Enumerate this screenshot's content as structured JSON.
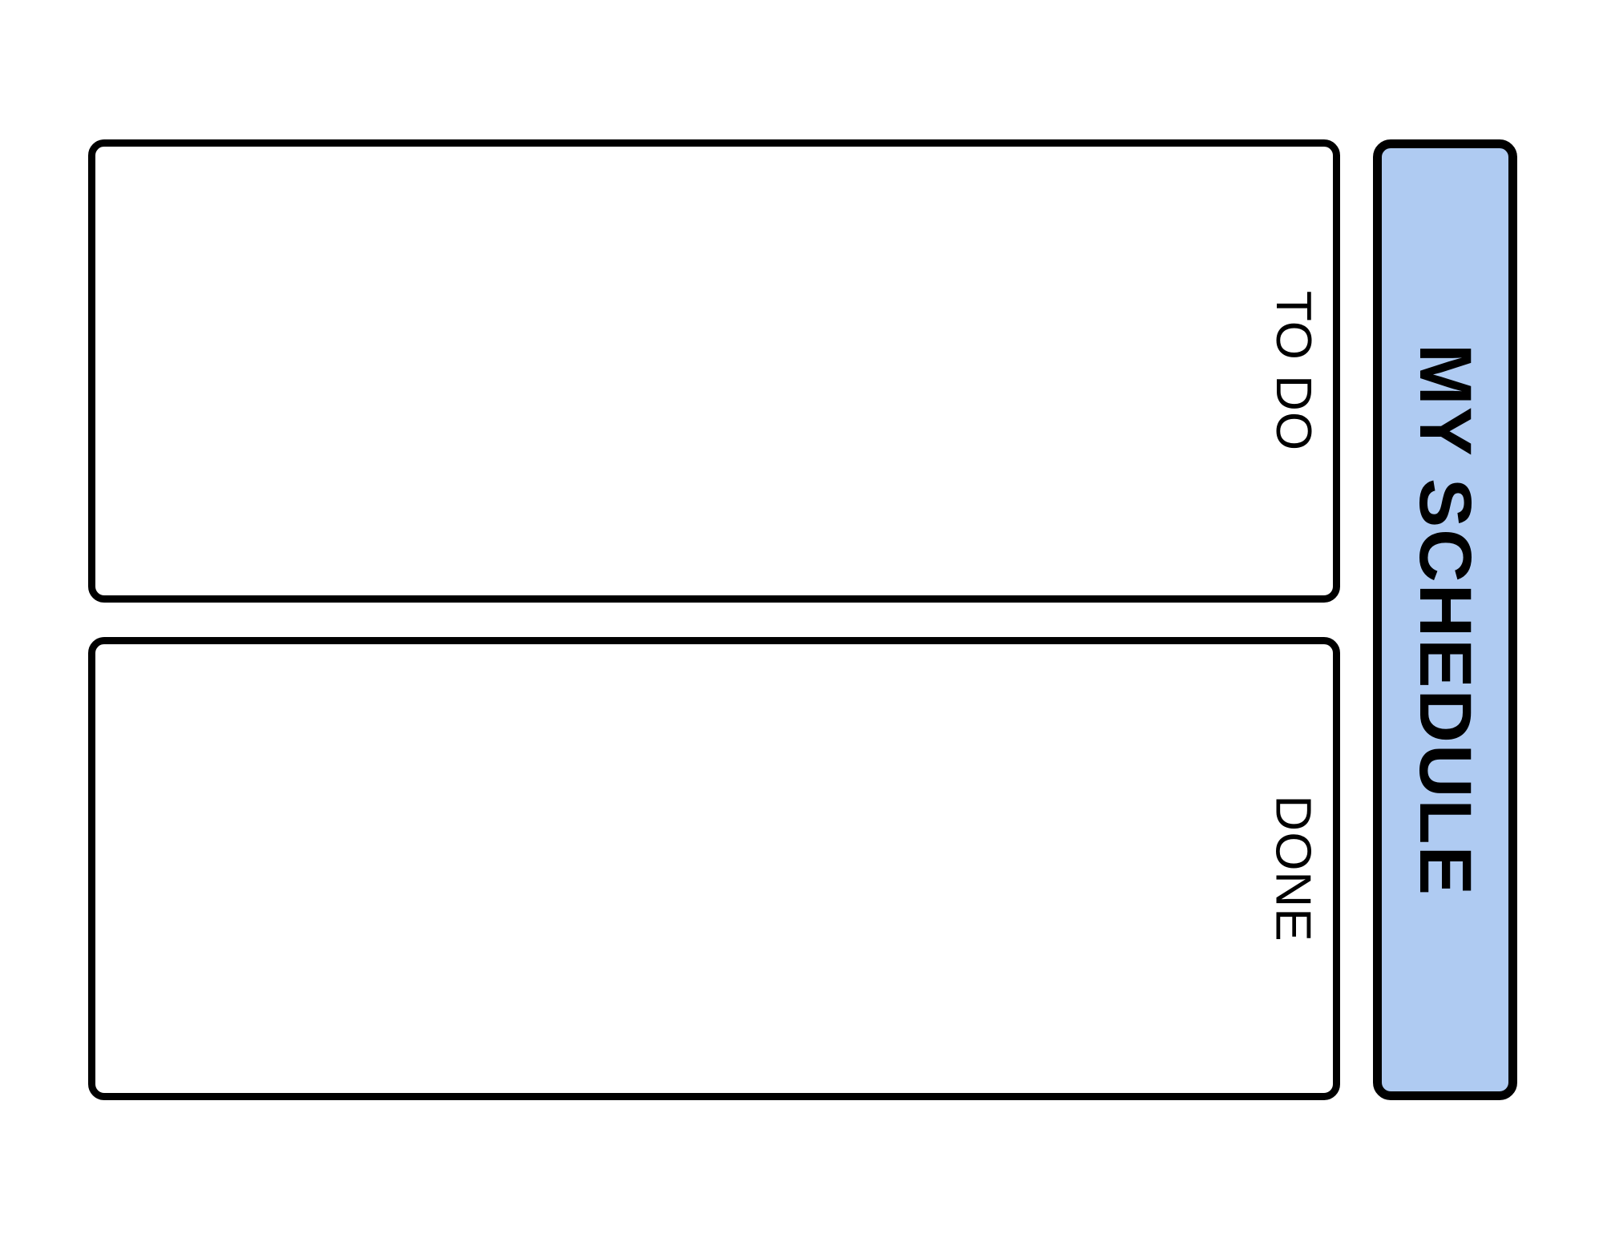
{
  "document": {
    "title": "MY SCHEDULE",
    "background_color": "#ffffff",
    "accent_color": "#afcbf2",
    "outline_color": "#000000"
  },
  "sidebar": {
    "title": "MY SCHEDULE",
    "fill_color": "#afcbf2",
    "border_color": "#000000",
    "orientation": "vertical-rotated-90"
  },
  "sections": [
    {
      "label": "TO DO",
      "content": "",
      "fill_color": "#ffffff",
      "border_color": "#000000"
    },
    {
      "label": "DONE",
      "content": "",
      "fill_color": "#ffffff",
      "border_color": "#000000"
    }
  ]
}
